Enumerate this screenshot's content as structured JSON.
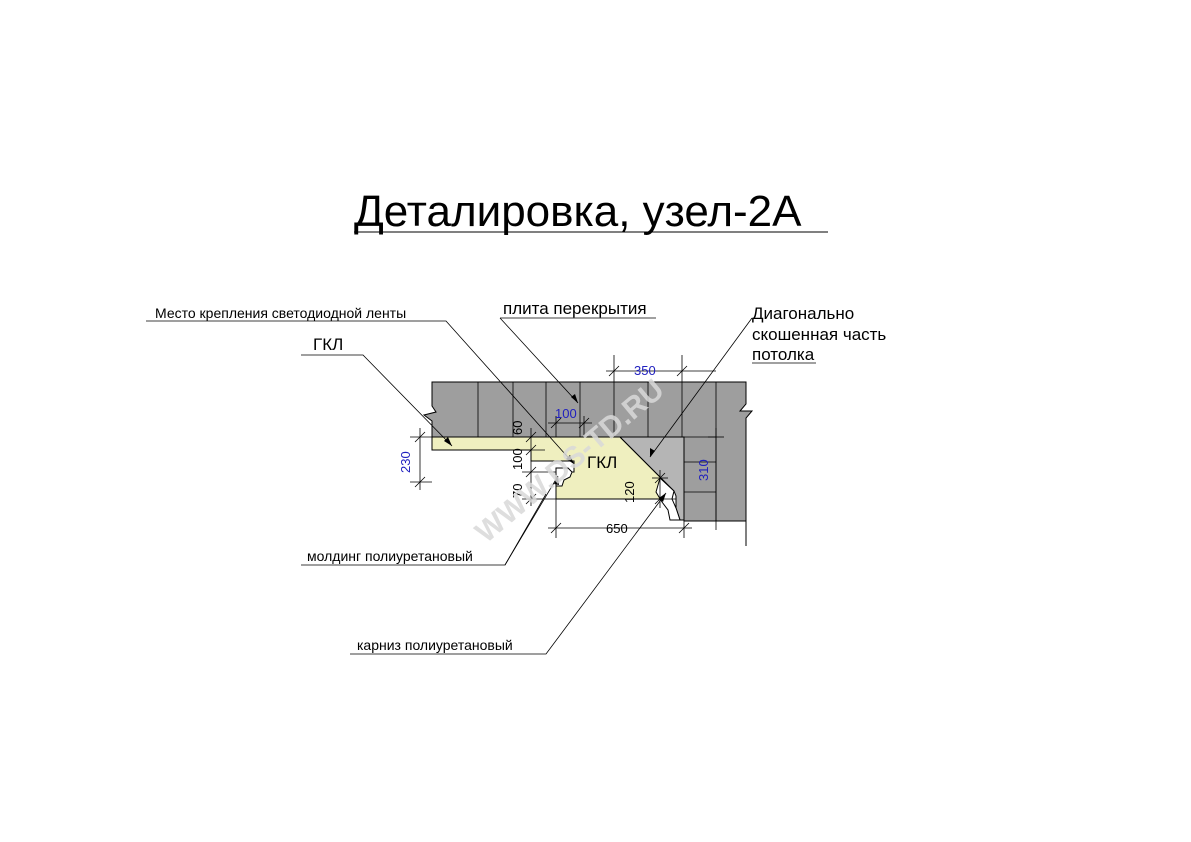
{
  "title": "Деталировка, узел-2А",
  "watermark": "WWW.DS-TD.RU",
  "colors": {
    "concrete": "#9e9e9e",
    "concrete_dark": "#8a8a8a",
    "gypsum": "#efefbf",
    "slope": "#b5b5b5",
    "dimension_blue": "#1f1fbf"
  },
  "labels": {
    "led_mount": "Место крепления светодиодной ленты",
    "gkl_left": "ГКЛ",
    "slab": "плита перекрытия",
    "diagonal_line1": "Диагонально",
    "diagonal_line2": "скошенная часть",
    "diagonal_line3": "потолка",
    "gkl_center": "ГКЛ",
    "molding": "молдинг полиуретановый",
    "cornice": "карниз полиуретановый"
  },
  "dimensions": {
    "d350": "350",
    "d100_top": "100",
    "d60": "60",
    "d100_side": "100",
    "d70": "70",
    "d230": "230",
    "d310": "310",
    "d120": "120",
    "d650": "650"
  }
}
